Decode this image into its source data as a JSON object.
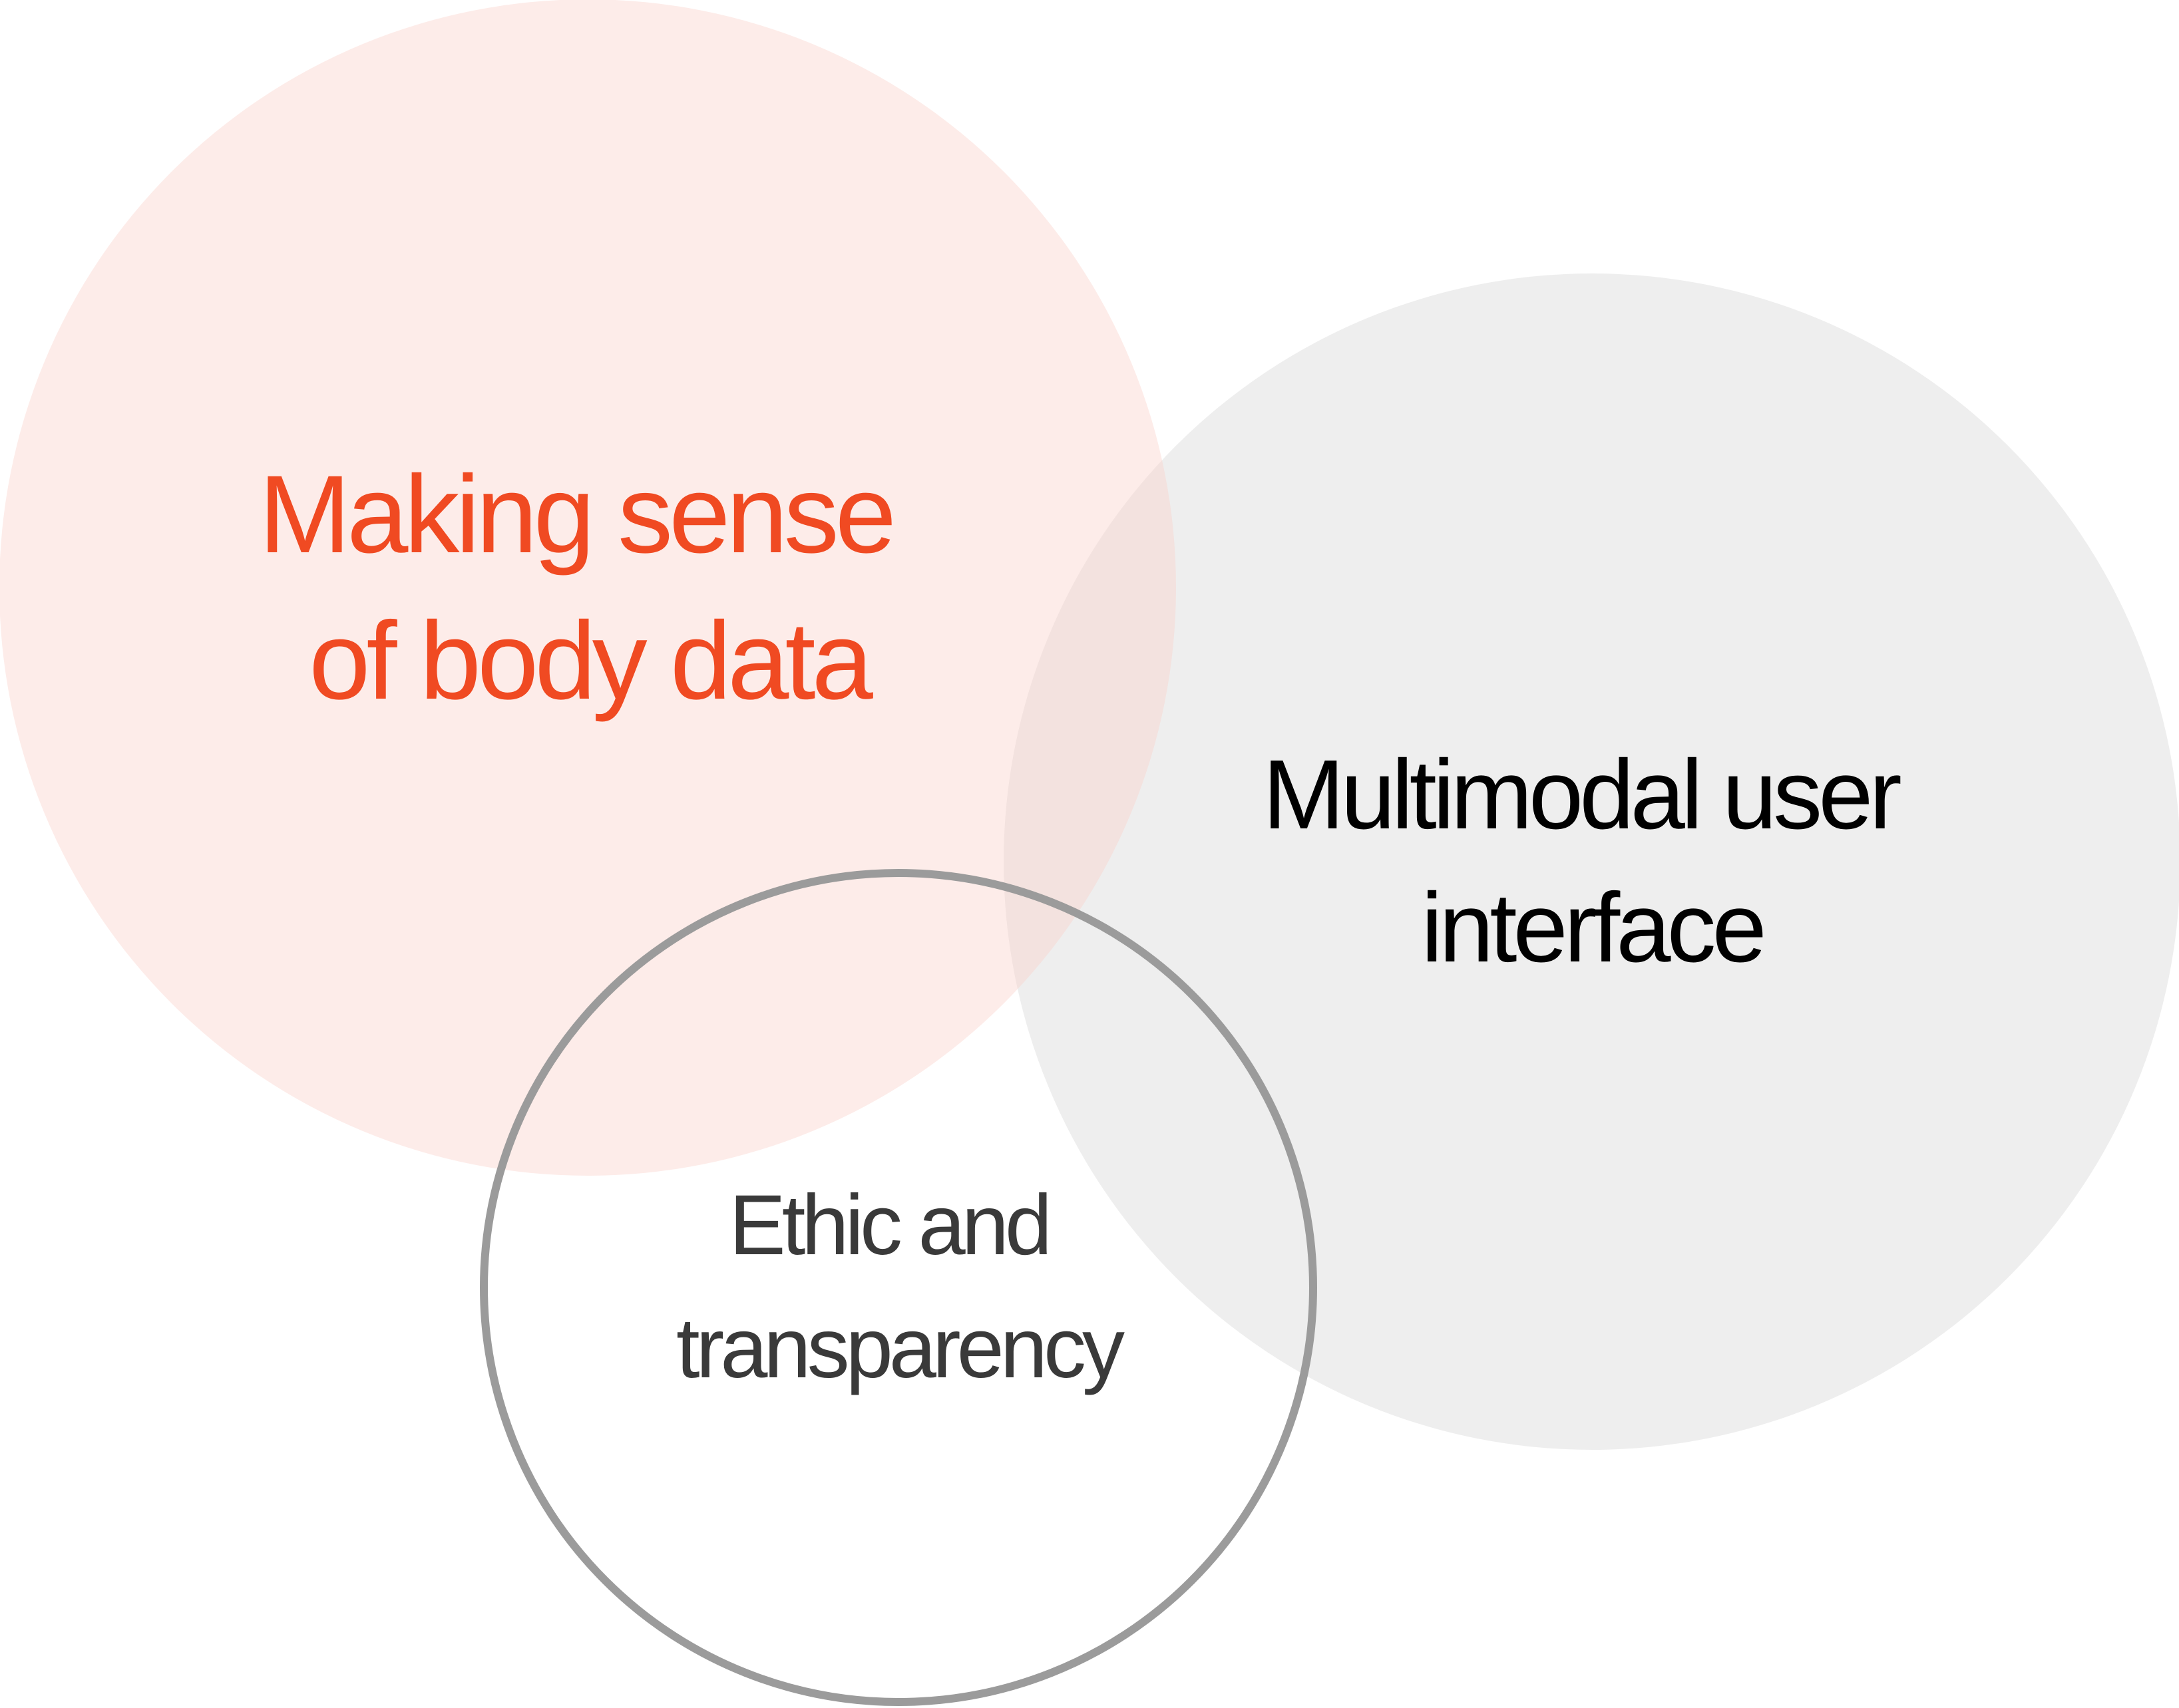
{
  "diagram": {
    "circles": [
      {
        "id": "body-data",
        "label_lines": [
          "Making sense",
          "of body data"
        ],
        "fill": "#FDEBE8",
        "text_color": "#F04A22"
      },
      {
        "id": "multimodal",
        "label_lines": [
          "Multimodal user",
          "interface"
        ],
        "fill": "#D9D9D9",
        "text_color": "#000000"
      },
      {
        "id": "ethic",
        "label_lines": [
          "Ethic and",
          "transparency"
        ],
        "stroke": "#9B9B9B",
        "text_color": "#3A3A3A"
      }
    ]
  }
}
